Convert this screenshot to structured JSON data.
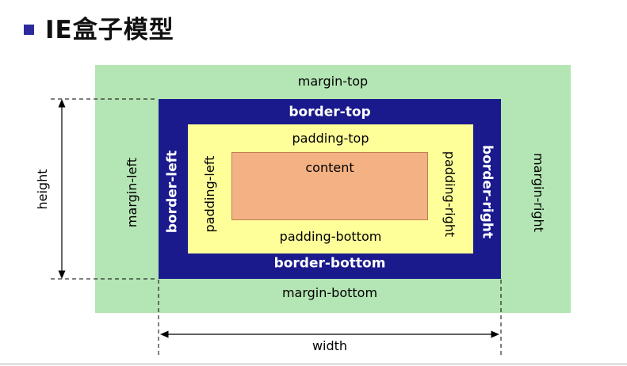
{
  "title": {
    "text": "IE盒子模型",
    "bullet_color": "#2b2b9e"
  },
  "diagram": {
    "labels": {
      "margin_top": "margin-top",
      "margin_bottom": "margin-bottom",
      "margin_left": "margin-left",
      "margin_right": "margin-right",
      "border_top": "border-top",
      "border_bottom": "border-bottom",
      "border_left": "border-left",
      "border_right": "border-right",
      "padding_top": "padding-top",
      "padding_bottom": "padding-bottom",
      "padding_left": "padding-left",
      "padding_right": "padding-right",
      "content": "content",
      "height": "height",
      "width": "width"
    },
    "colors": {
      "margin_area": "#b4e5b4",
      "border_area": "#1a1a8c",
      "padding_area": "#ffff99",
      "content_area": "#f4b183",
      "dimension_lines": "#000000"
    }
  }
}
